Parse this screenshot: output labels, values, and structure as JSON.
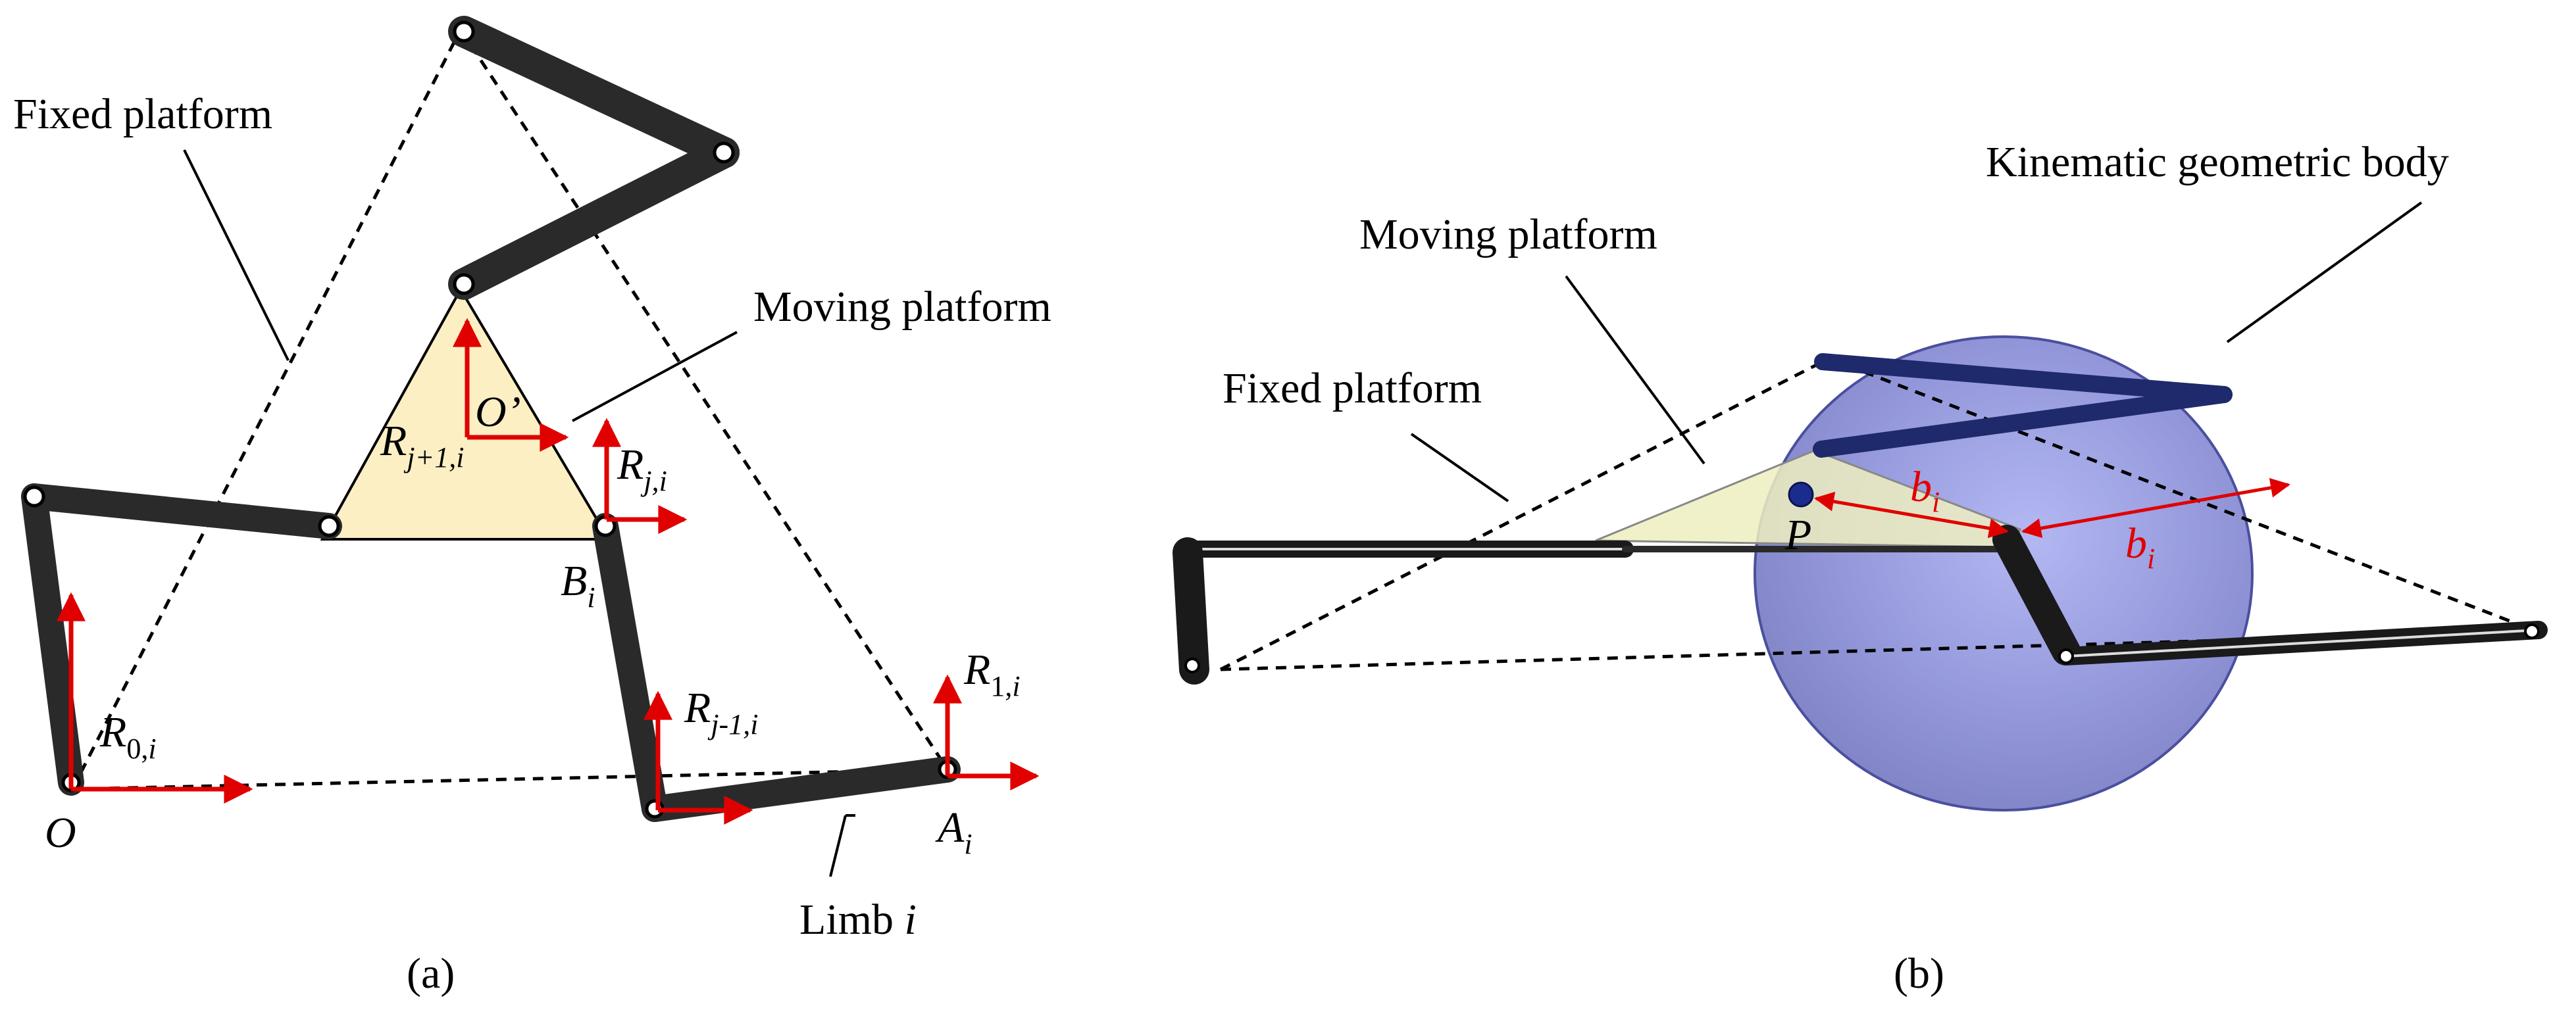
{
  "panel_a": {
    "caption": "(a)",
    "labels": {
      "fixed_platform": "Fixed platform",
      "moving_platform": "Moving platform",
      "limb": "Limb",
      "limb_index": "i",
      "origin": "O",
      "platform_origin": "O’",
      "B": "B",
      "B_sub": "i",
      "A": "A",
      "A_sub": "i",
      "R": "R",
      "R0_sub": "0,",
      "R1_sub": "1,",
      "Rj_sub": "j,",
      "Rjm1_sub": "j-1,",
      "Rjp1_sub": "j+1,",
      "sub_i": "i"
    }
  },
  "panel_b": {
    "caption": "(b)",
    "labels": {
      "kinematic_body": "Kinematic geometric body",
      "moving_platform": "Moving platform",
      "fixed_platform": "Fixed platform",
      "point_P": "P",
      "b": "b",
      "b_sub": "i"
    }
  },
  "colors": {
    "link": "#2a2a2a",
    "arrow_red": "#e00000",
    "platform_fill": "#fbefc3",
    "sphere": "#7c82d0",
    "point": "#1a2d8f"
  }
}
